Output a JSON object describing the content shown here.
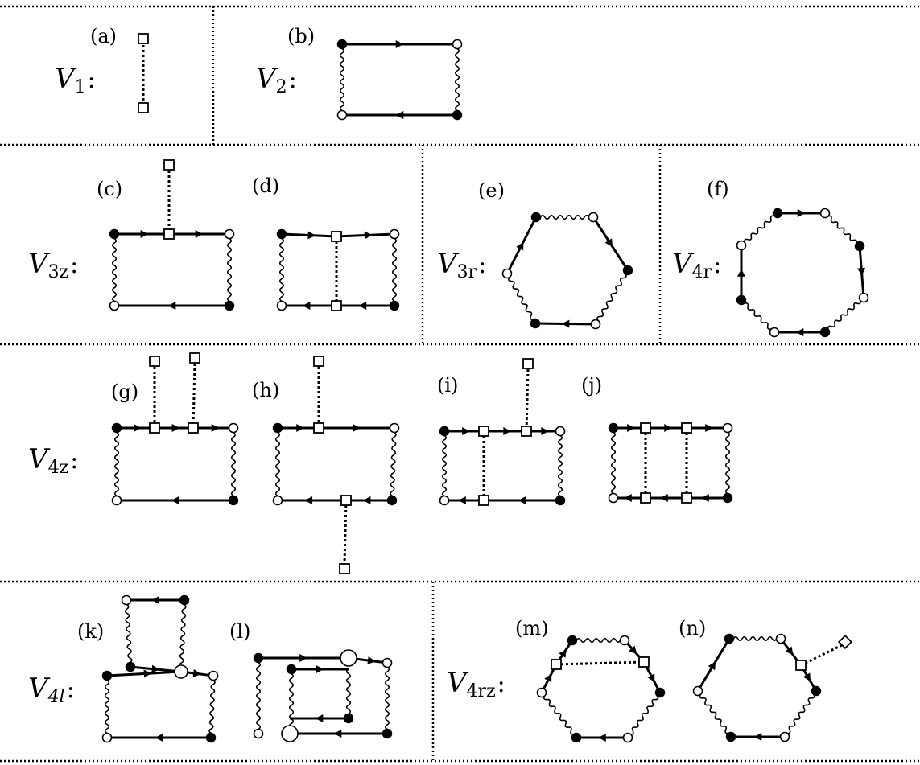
{
  "diagrams": {
    "a": "(a)",
    "b": "(b)",
    "c": "(c)",
    "d": "(d)",
    "e": "(e)",
    "f": "(f)",
    "g": "(g)",
    "h": "(h)",
    "i": "(i)",
    "j": "(j)",
    "k": "(k)",
    "l": "(l)",
    "m": "(m)",
    "n": "(n)"
  },
  "vertex_labels": [
    {
      "main": "V",
      "sub": "1",
      "suffix": ":"
    },
    {
      "main": "V",
      "sub": "2",
      "suffix": ":"
    },
    {
      "main": "V",
      "sub": "3z",
      "suffix": ":"
    },
    {
      "main": "V",
      "sub": "3r",
      "suffix": ":"
    },
    {
      "main": "V",
      "sub": "4r",
      "suffix": ":"
    },
    {
      "main": "V",
      "sub": "4z",
      "suffix": ":"
    },
    {
      "main": "V",
      "sub": "4l",
      "suffix": ":"
    },
    {
      "main": "V",
      "sub": "4rz",
      "suffix": ":"
    }
  ]
}
